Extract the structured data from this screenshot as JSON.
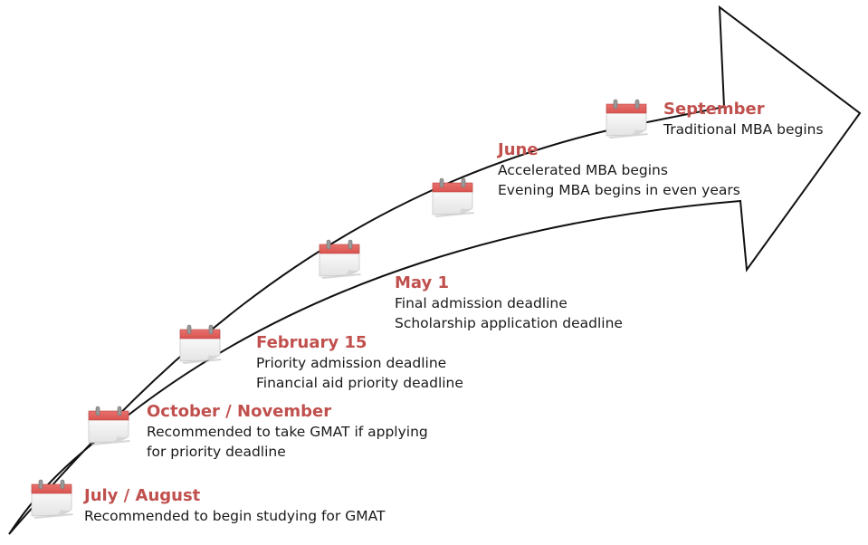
{
  "colors": {
    "date_text": "#c0504d",
    "body_text": "#1a1a1a",
    "calendar_header": "#d9534f",
    "arrow_stroke": "#111111"
  },
  "milestones": [
    {
      "date": "July / August",
      "lines": [
        "Recommended to begin studying for GMAT"
      ],
      "icon": "calendar-icon"
    },
    {
      "date": "October / November",
      "lines": [
        "Recommended to take GMAT if applying",
        "for priority deadline"
      ],
      "icon": "calendar-icon"
    },
    {
      "date": "February 15",
      "lines": [
        "Priority admission deadline",
        "Financial aid priority deadline"
      ],
      "icon": "calendar-icon"
    },
    {
      "date": "May 1",
      "lines": [
        "Final admission deadline",
        "Scholarship application deadline"
      ],
      "icon": "calendar-icon"
    },
    {
      "date": "June",
      "lines": [
        "Accelerated MBA begins",
        "Evening MBA begins in even years"
      ],
      "icon": "calendar-icon"
    },
    {
      "date": "September",
      "lines": [
        "Traditional MBA begins"
      ],
      "icon": "calendar-icon"
    }
  ]
}
